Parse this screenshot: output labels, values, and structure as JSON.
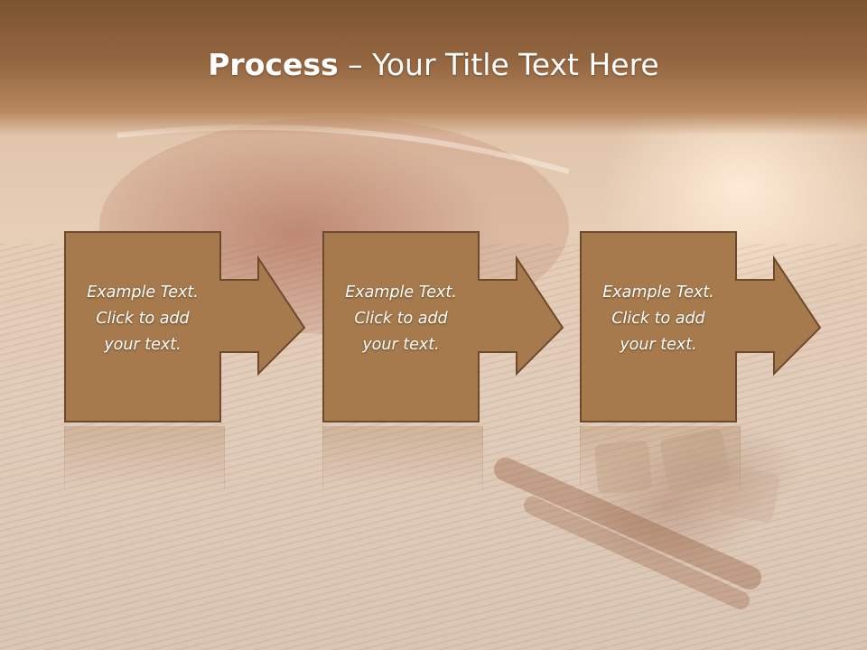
{
  "slide": {
    "title_bold": "Process",
    "title_sep": " – ",
    "title_rest": "Your Title Text Here"
  },
  "steps": [
    {
      "line1": "Example Text.",
      "line2": "Click  to add",
      "line3": "your text."
    },
    {
      "line1": "Example Text.",
      "line2": "Click  to add",
      "line3": "your text."
    },
    {
      "line1": "Example Text.",
      "line2": "Click  to add",
      "line3": "your text."
    }
  ],
  "colors": {
    "header": "#8b6038",
    "box_fill": "#a67a4c",
    "box_border": "#6e4a2c",
    "text": "#ffffff"
  }
}
